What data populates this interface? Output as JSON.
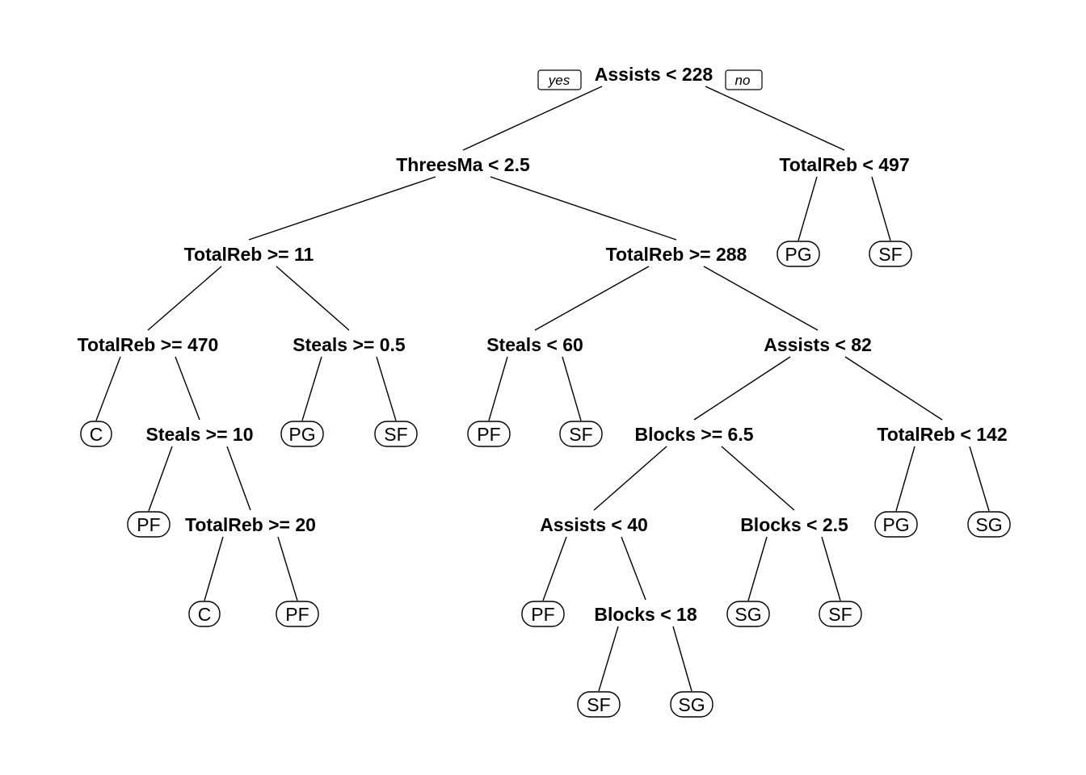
{
  "tree": {
    "legend": {
      "yes": "yes",
      "no": "no"
    },
    "nodes": [
      {
        "id": "n0",
        "type": "split",
        "label": "Assists < 228"
      },
      {
        "id": "n1",
        "type": "split",
        "label": "ThreesMa < 2.5"
      },
      {
        "id": "n2",
        "type": "split",
        "label": "TotalReb < 497"
      },
      {
        "id": "n3",
        "type": "split",
        "label": "TotalReb >= 11"
      },
      {
        "id": "n4",
        "type": "split",
        "label": "TotalReb >= 288"
      },
      {
        "id": "n5",
        "type": "leaf",
        "label": "PG"
      },
      {
        "id": "n6",
        "type": "leaf",
        "label": "SF"
      },
      {
        "id": "n7",
        "type": "split",
        "label": "TotalReb >= 470"
      },
      {
        "id": "n8",
        "type": "split",
        "label": "Steals >= 0.5"
      },
      {
        "id": "n9",
        "type": "split",
        "label": "Steals < 60"
      },
      {
        "id": "n10",
        "type": "split",
        "label": "Assists < 82"
      },
      {
        "id": "n11",
        "type": "leaf",
        "label": "C"
      },
      {
        "id": "n12",
        "type": "split",
        "label": "Steals >= 10"
      },
      {
        "id": "n13",
        "type": "leaf",
        "label": "PG"
      },
      {
        "id": "n14",
        "type": "leaf",
        "label": "SF"
      },
      {
        "id": "n15",
        "type": "leaf",
        "label": "PF"
      },
      {
        "id": "n16",
        "type": "leaf",
        "label": "SF"
      },
      {
        "id": "n17",
        "type": "split",
        "label": "Blocks >= 6.5"
      },
      {
        "id": "n18",
        "type": "split",
        "label": "TotalReb < 142"
      },
      {
        "id": "n19",
        "type": "leaf",
        "label": "PF"
      },
      {
        "id": "n20",
        "type": "split",
        "label": "TotalReb >= 20"
      },
      {
        "id": "n21",
        "type": "split",
        "label": "Assists < 40"
      },
      {
        "id": "n22",
        "type": "split",
        "label": "Blocks < 2.5"
      },
      {
        "id": "n23",
        "type": "leaf",
        "label": "PG"
      },
      {
        "id": "n24",
        "type": "leaf",
        "label": "SG"
      },
      {
        "id": "n25",
        "type": "leaf",
        "label": "C"
      },
      {
        "id": "n26",
        "type": "leaf",
        "label": "PF"
      },
      {
        "id": "n27",
        "type": "leaf",
        "label": "PF"
      },
      {
        "id": "n28",
        "type": "split",
        "label": "Blocks < 18"
      },
      {
        "id": "n29",
        "type": "leaf",
        "label": "SG"
      },
      {
        "id": "n30",
        "type": "leaf",
        "label": "SF"
      },
      {
        "id": "n31",
        "type": "leaf",
        "label": "SF"
      },
      {
        "id": "n32",
        "type": "leaf",
        "label": "SG"
      }
    ],
    "edges": [
      [
        "n0",
        "n1"
      ],
      [
        "n0",
        "n2"
      ],
      [
        "n1",
        "n3"
      ],
      [
        "n1",
        "n4"
      ],
      [
        "n2",
        "n5"
      ],
      [
        "n2",
        "n6"
      ],
      [
        "n3",
        "n7"
      ],
      [
        "n3",
        "n8"
      ],
      [
        "n4",
        "n9"
      ],
      [
        "n4",
        "n10"
      ],
      [
        "n7",
        "n11"
      ],
      [
        "n7",
        "n12"
      ],
      [
        "n8",
        "n13"
      ],
      [
        "n8",
        "n14"
      ],
      [
        "n9",
        "n15"
      ],
      [
        "n9",
        "n16"
      ],
      [
        "n10",
        "n17"
      ],
      [
        "n10",
        "n18"
      ],
      [
        "n12",
        "n19"
      ],
      [
        "n12",
        "n20"
      ],
      [
        "n17",
        "n21"
      ],
      [
        "n17",
        "n22"
      ],
      [
        "n18",
        "n23"
      ],
      [
        "n18",
        "n24"
      ],
      [
        "n20",
        "n25"
      ],
      [
        "n20",
        "n26"
      ],
      [
        "n21",
        "n27"
      ],
      [
        "n21",
        "n28"
      ],
      [
        "n22",
        "n29"
      ],
      [
        "n22",
        "n30"
      ],
      [
        "n28",
        "n31"
      ],
      [
        "n28",
        "n32"
      ]
    ]
  }
}
